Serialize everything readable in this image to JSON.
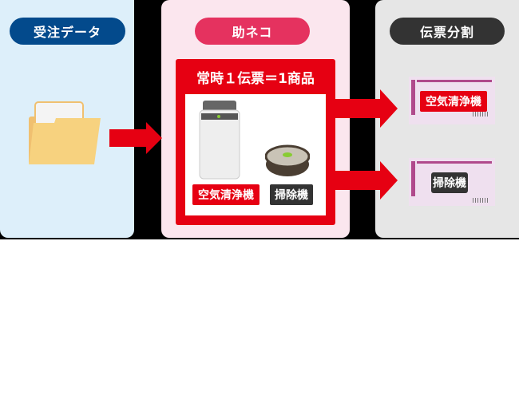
{
  "columns": [
    {
      "label": "受注データ",
      "color": "#034a8c"
    },
    {
      "label": "助ネコ",
      "color": "#e5325f"
    },
    {
      "label": "伝票分割",
      "color": "#333333"
    }
  ],
  "rule": "常時１伝票＝1商品",
  "products": [
    {
      "label": "空気清浄機",
      "color": "#e60012"
    },
    {
      "label": "掃除機",
      "color": "#333333"
    }
  ],
  "slips": [
    {
      "label": "空気清浄機",
      "color": "#e60012"
    },
    {
      "label": "掃除機",
      "color": "#333333"
    }
  ]
}
